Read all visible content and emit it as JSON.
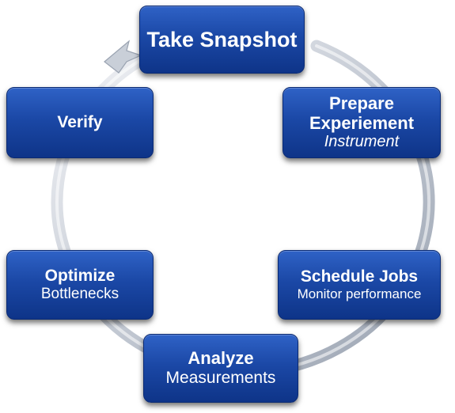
{
  "nodes": {
    "snapshot": {
      "title": "Take Snapshot"
    },
    "prepare": {
      "title": "Prepare Experiement",
      "subtitle": "Instrument"
    },
    "schedule": {
      "title": "Schedule Jobs",
      "subtitle": "Monitor performance"
    },
    "analyze": {
      "title": "Analyze",
      "subtitle": "Measurements"
    },
    "optimize": {
      "title": "Optimize",
      "subtitle": "Bottlenecks"
    },
    "verify": {
      "title": "Verify"
    }
  },
  "colors": {
    "box_fill": "#1b48a6",
    "box_border": "#0a2a73",
    "ring": "#b9c0cc",
    "text": "#ffffff"
  },
  "icons": {
    "cycle_arrow": "circular-arrow-icon"
  }
}
